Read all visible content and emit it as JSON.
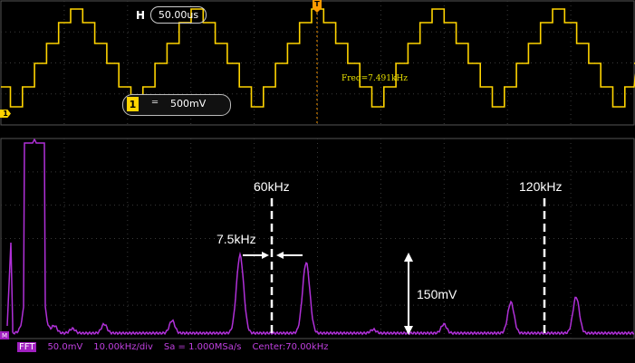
{
  "timebase": {
    "label": "H",
    "value": "50.00us"
  },
  "channel1": {
    "number": "1",
    "coupling": "═",
    "scale": "500mV",
    "marker": "1"
  },
  "trigger": {
    "marker": "T"
  },
  "measurement": {
    "freq": "Freq=7.491kHz"
  },
  "fft_marker": "M",
  "annotations": {
    "peak_60k": "60kHz",
    "peak_120k": "120kHz",
    "spacing": "7.5kHz",
    "amplitude": "150mV"
  },
  "status_bar": {
    "fft": "FFT",
    "scale": "50.0mV",
    "hdiv": "10.00kHz/div",
    "sample_rate": "Sa = 1.000MSa/s",
    "center": "Center:70.00kHz"
  },
  "colors": {
    "ch1": "#ffd400",
    "fft": "#b030d8",
    "grid": "#3a3a3a",
    "trigger": "#ff9b00"
  }
}
